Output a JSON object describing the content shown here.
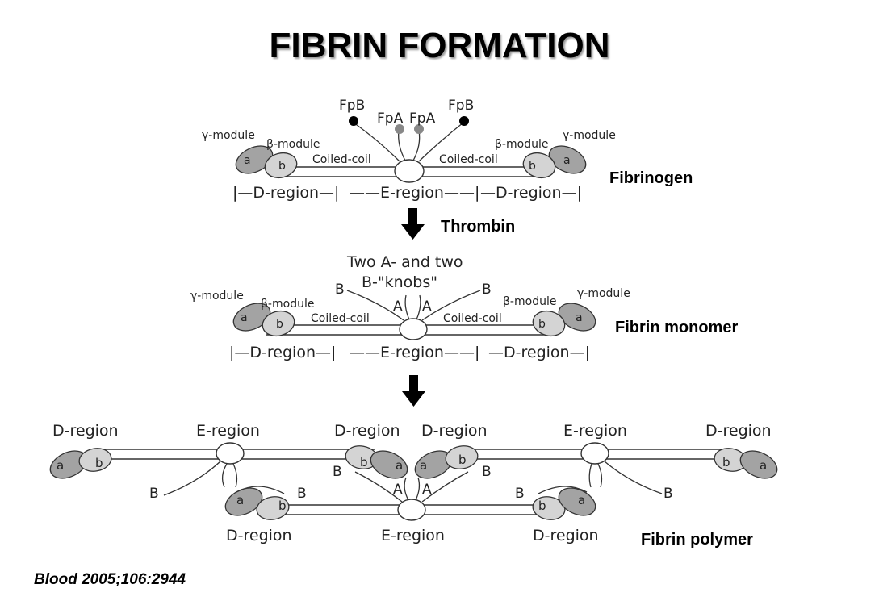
{
  "title": "FIBRIN FORMATION",
  "stage_labels": {
    "fibrinogen": "Fibrinogen",
    "thrombin": "Thrombin",
    "fibrin_monomer": "Fibrin monomer",
    "fibrin_polymer": "Fibrin polymer"
  },
  "citation": "Blood 2005;106:2944",
  "diagram_text": {
    "gamma_module": "γ-module",
    "beta_module": "β-module",
    "coiled_coil": "Coiled-coil",
    "fpb": "FpB",
    "fpa": "FpA",
    "d_region": "D-region",
    "e_region": "E-region",
    "knobs_line1": "Two A- and two",
    "knobs_line2": "B-\"knobs\"",
    "knob_a": "A",
    "knob_b": "B",
    "domain_a": "a",
    "domain_b": "b"
  },
  "colors": {
    "gamma_module_fill": "#a3a3a3",
    "beta_module_fill": "#d4d4d4",
    "line": "#333333",
    "arrow": "#000000"
  }
}
